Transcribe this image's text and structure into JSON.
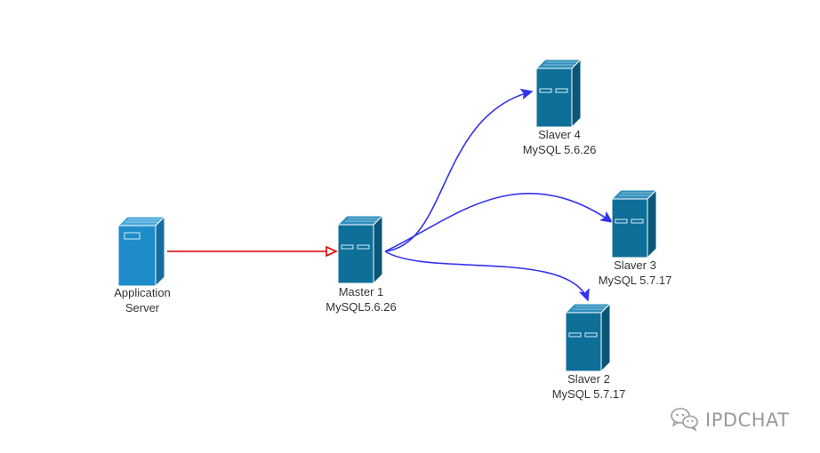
{
  "diagram": {
    "nodes": [
      {
        "id": "app",
        "label_lines": [
          "Application",
          "Server"
        ],
        "style": "light"
      },
      {
        "id": "master1",
        "label_lines": [
          "Master 1",
          "MySQL5.6.26"
        ],
        "style": "dark"
      },
      {
        "id": "slaver4",
        "label_lines": [
          "Slaver 4",
          "MySQL 5.6.26"
        ],
        "style": "dark"
      },
      {
        "id": "slaver3",
        "label_lines": [
          "Slaver 3",
          "MySQL 5.7.17"
        ],
        "style": "dark"
      },
      {
        "id": "slaver2",
        "label_lines": [
          "Slaver 2",
          "MySQL 5.7.17"
        ],
        "style": "dark"
      }
    ],
    "edges": [
      {
        "from": "app",
        "to": "master1",
        "color": "#dd0000",
        "arrow": "open"
      },
      {
        "from": "master1",
        "to": "slaver4",
        "color": "#3333ee",
        "arrow": "filled"
      },
      {
        "from": "master1",
        "to": "slaver3",
        "color": "#3333ee",
        "arrow": "filled"
      },
      {
        "from": "master1",
        "to": "slaver2",
        "color": "#3333ee",
        "arrow": "filled"
      }
    ],
    "colors": {
      "server_dark": "#0e6f99",
      "server_light": "#1e8cc8",
      "replication_edge": "#3333ee",
      "app_edge": "#dd0000"
    }
  },
  "watermark": {
    "text": "IPDCHAT",
    "icon": "wechat-icon"
  }
}
